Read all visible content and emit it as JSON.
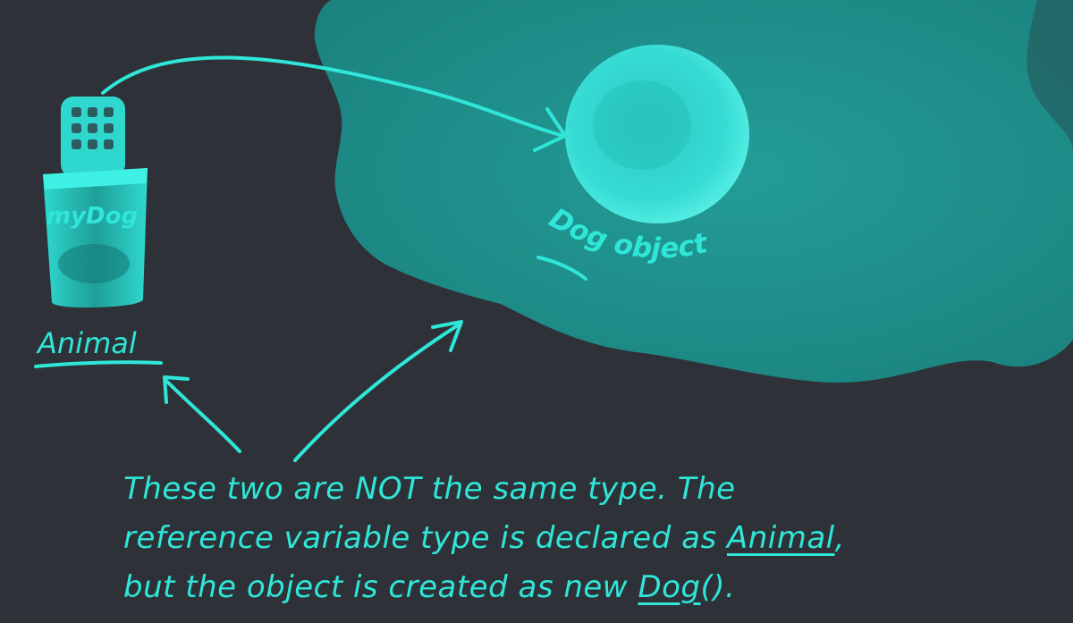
{
  "labels": {
    "remote_label": "myDog",
    "reference_type": "Animal",
    "object_label": "Dog object"
  },
  "caption": {
    "line1": "These two are NOT the same type. The",
    "line2_prefix": "reference variable type is declared as ",
    "line2_type": "Animal",
    "line2_suffix": ",",
    "line3_prefix": "but the object is created as new ",
    "line3_type": "Dog",
    "line3_suffix": "()."
  },
  "colors": {
    "background": "#2e3238",
    "heap": "#1f8f8b",
    "accent": "#2fe6d8",
    "object_fill": "#35d6cf"
  },
  "icons": {
    "remote": "remote-control-icon",
    "heap": "heap-blob",
    "object": "object-circle"
  }
}
